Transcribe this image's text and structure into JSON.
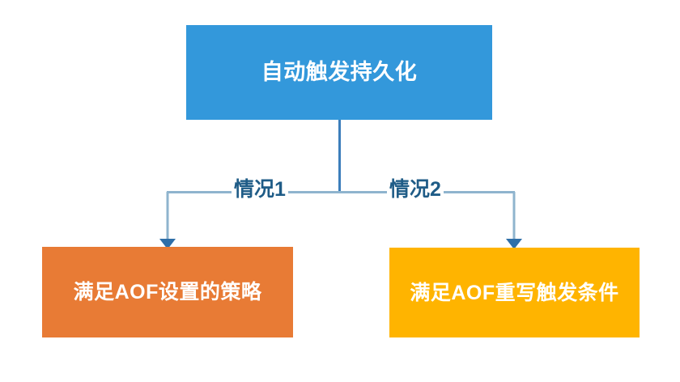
{
  "diagram": {
    "title_node": {
      "label": "自动触发持久化",
      "fill": "#3398db",
      "text_color": "#ffffff"
    },
    "branches": [
      {
        "edge_label": "情况1",
        "node_label": "满足AOF设置的策略",
        "fill": "#e87b35",
        "text_color": "#ffffff"
      },
      {
        "edge_label": "情况2",
        "node_label": "满足AOF重写触发条件",
        "fill": "#ffb400",
        "text_color": "#ffffff"
      }
    ],
    "connector": {
      "trunk_color": "#3c7ebb",
      "branch_color": "#8fb4ce",
      "arrow_color": "#2f6fa8"
    }
  }
}
